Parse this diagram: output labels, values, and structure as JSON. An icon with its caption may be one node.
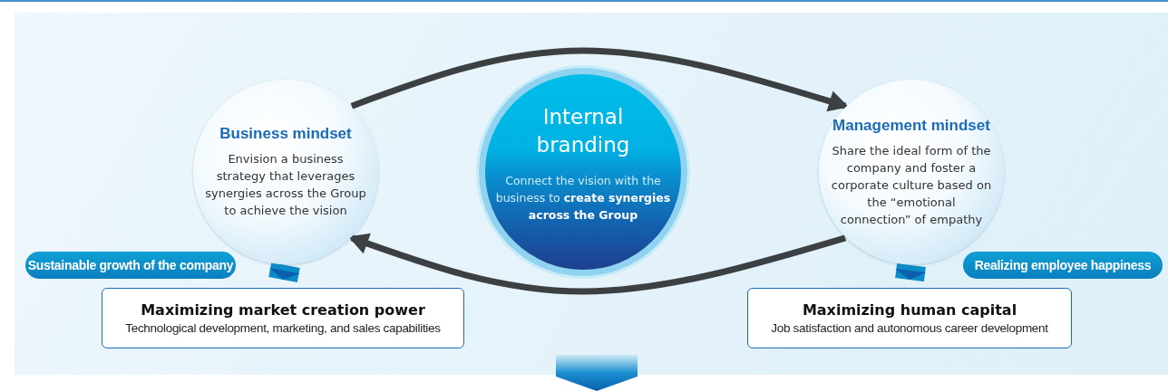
{
  "diagram": {
    "nodes": [
      {
        "text": [
          "Business mindset",
          "Envision a business strategy that leverages synergies across the Group to achieve the vision"
        ]
      },
      {
        "text": [
          "Internal branding",
          "Connect the vision with the business to **create synergies across the Group**"
        ]
      },
      {
        "text": [
          "Management mindset",
          "Share the ideal form of the company and foster a corporate culture based on the “emotional connection” of empathy"
        ]
      },
      {
        "text": [
          "Sustainable growth of the company"
        ]
      },
      {
        "text": [
          "Maximizing market creation power",
          "Technological development, marketing, and sales capabilities"
        ]
      },
      {
        "text": [
          "Realizing employee happiness"
        ]
      },
      {
        "text": [
          "Maximizing human capital",
          "Job satisfaction and autonomous career development"
        ]
      }
    ],
    "edges": [
      {
        "from": 0,
        "to": 2,
        "arrow": "to"
      },
      {
        "from": 2,
        "to": 0,
        "arrow": "to"
      },
      {
        "from": 0,
        "to": 4,
        "arrow": "to",
        "style": "thick",
        "color": "#0a8cc6"
      },
      {
        "from": 2,
        "to": 6,
        "arrow": "to",
        "style": "thick",
        "color": "#0a8cc6"
      }
    ]
  }
}
